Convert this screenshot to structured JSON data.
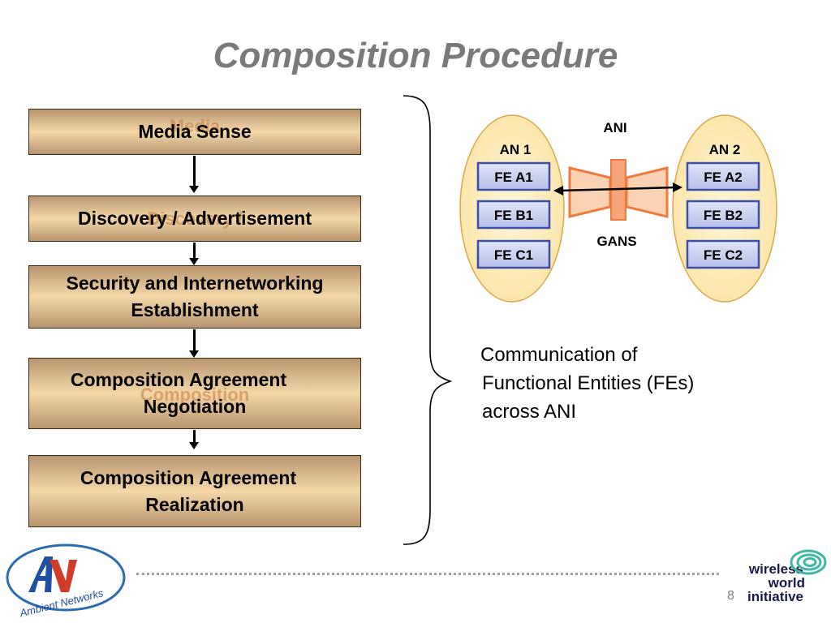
{
  "slide": {
    "title": "Composition Procedure",
    "page_number": "8"
  },
  "procedure": {
    "steps": [
      {
        "label_lines": [
          "Media Sense"
        ],
        "ghost": "Media"
      },
      {
        "label_lines": [
          "Discovery / Advertisement"
        ],
        "ghost": "Discovery /"
      },
      {
        "label_lines": [
          "Security and Internetworking",
          "Establishment"
        ],
        "ghost": ""
      },
      {
        "label_lines": [
          "Composition Agreement",
          "Negotiation"
        ],
        "ghost": "Composition"
      },
      {
        "label_lines": [
          "Composition Agreement",
          "Realization"
        ],
        "ghost": ""
      }
    ]
  },
  "diagram": {
    "ani_label": "ANI",
    "gans_label": "GANS",
    "an1": {
      "label": "AN 1",
      "entities": [
        "FE A1",
        "FE B1",
        "FE C1"
      ]
    },
    "an2": {
      "label": "AN 2",
      "entities": [
        "FE A2",
        "FE B2",
        "FE C2"
      ]
    },
    "colors": {
      "ellipse_fill": "#fbe3a4",
      "ellipse_stroke": "#d9a84a",
      "fe_fill": "#c9d0ee",
      "fe_stroke": "#3c4fa8",
      "funnel": "#f07a3a"
    }
  },
  "description": {
    "lines": [
      "Communication of",
      "Functional Entities (FEs)",
      "across ANI"
    ]
  },
  "logos": {
    "ambient_networks_text": "Ambient Networks",
    "wwi_lines": [
      "wireless",
      "world",
      "initiative"
    ]
  }
}
